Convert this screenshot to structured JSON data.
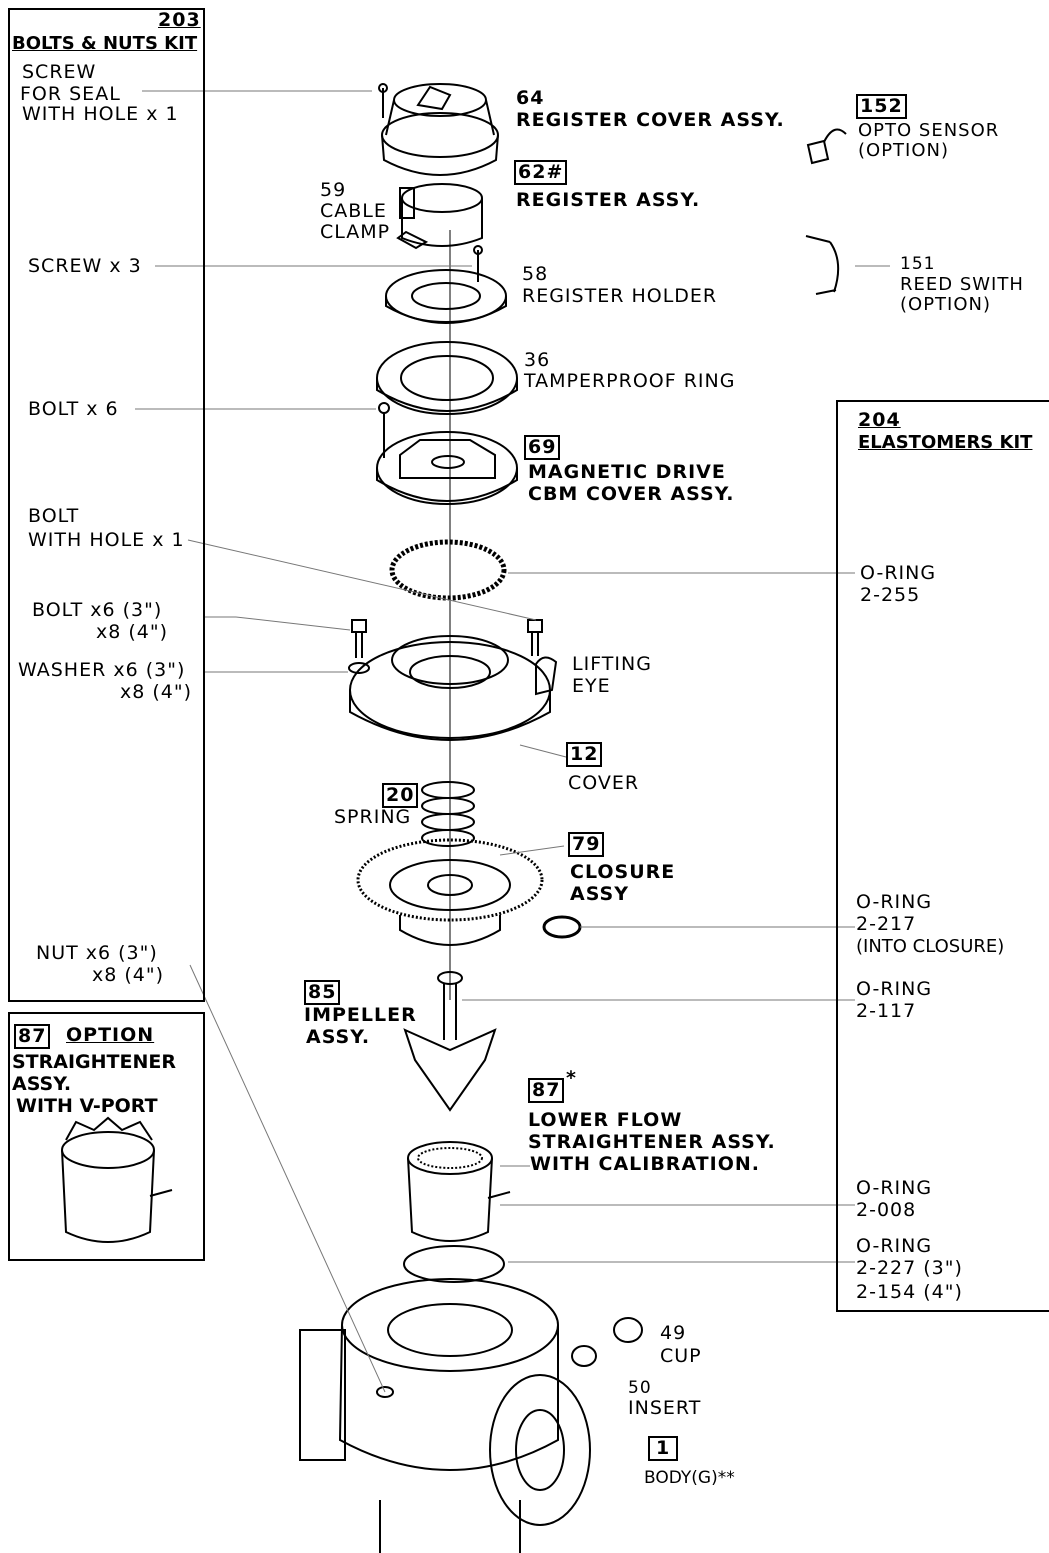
{
  "kits": {
    "bolts_nuts": {
      "number": "203",
      "title": "BOLTS & NUTS KIT"
    },
    "elastomers": {
      "number": "204",
      "title": "ELASTOMERS KIT"
    },
    "option": {
      "number": "87",
      "title": "OPTION",
      "desc": [
        "STRAIGHTENER",
        "ASSY.",
        "WITH V-PORT"
      ]
    }
  },
  "left_labels": {
    "screw_seal": [
      "SCREW",
      "FOR SEAL",
      "WITH HOLE x 1"
    ],
    "screw3": "SCREW x 3",
    "bolt6": "BOLT x 6",
    "bolt_hole": [
      "BOLT",
      "WITH HOLE x 1"
    ],
    "bolt_size": [
      "BOLT x6 (3\")",
      "x8 (4\")"
    ],
    "washer": [
      "WASHER x6 (3\")",
      "x8 (4\")"
    ],
    "nut": [
      "NUT x6 (3\")",
      "x8 (4\")"
    ]
  },
  "parts": {
    "p64": {
      "num": "64",
      "name": "REGISTER COVER ASSY."
    },
    "p62": {
      "num": "62#",
      "name": "REGISTER ASSY."
    },
    "p59": [
      "59",
      "CABLE",
      "CLAMP"
    ],
    "p58": [
      "58",
      "REGISTER HOLDER"
    ],
    "p36": [
      "36",
      "TAMPERPROOF RING"
    ],
    "p69": {
      "num": "69",
      "name": [
        "MAGNETIC DRIVE",
        "CBM COVER ASSY."
      ]
    },
    "lifting": [
      "LIFTING",
      "EYE"
    ],
    "p12": {
      "num": "12",
      "name": "COVER"
    },
    "p20": {
      "num": "20",
      "name": "SPRING"
    },
    "p79": {
      "num": "79",
      "name": [
        "CLOSURE",
        "ASSY"
      ]
    },
    "p85": {
      "num": "85",
      "name": [
        "IMPELLER",
        "ASSY."
      ]
    },
    "p87": {
      "num": "87",
      "mark": "*",
      "name": [
        "LOWER FLOW",
        "STRAIGHTENER ASSY.",
        "WITH CALIBRATION."
      ]
    },
    "p49": [
      "49",
      "CUP"
    ],
    "p50": [
      "50",
      "INSERT"
    ],
    "p1": {
      "num": "1",
      "name": "BODY(G)**"
    },
    "p152": {
      "num": "152",
      "name": [
        "OPTO SENSOR",
        "(OPTION)"
      ]
    },
    "p151": [
      "151",
      "REED SWITH",
      "(OPTION)"
    ]
  },
  "orings": {
    "o255": [
      "O-RING",
      "2-255"
    ],
    "o217": [
      "O-RING",
      "2-217",
      "(INTO CLOSURE)"
    ],
    "o117": [
      "O-RING",
      "2-117"
    ],
    "o008": [
      "O-RING",
      "2-008"
    ],
    "o227": [
      "O-RING",
      "2-227 (3\")",
      "2-154 (4\")"
    ]
  }
}
